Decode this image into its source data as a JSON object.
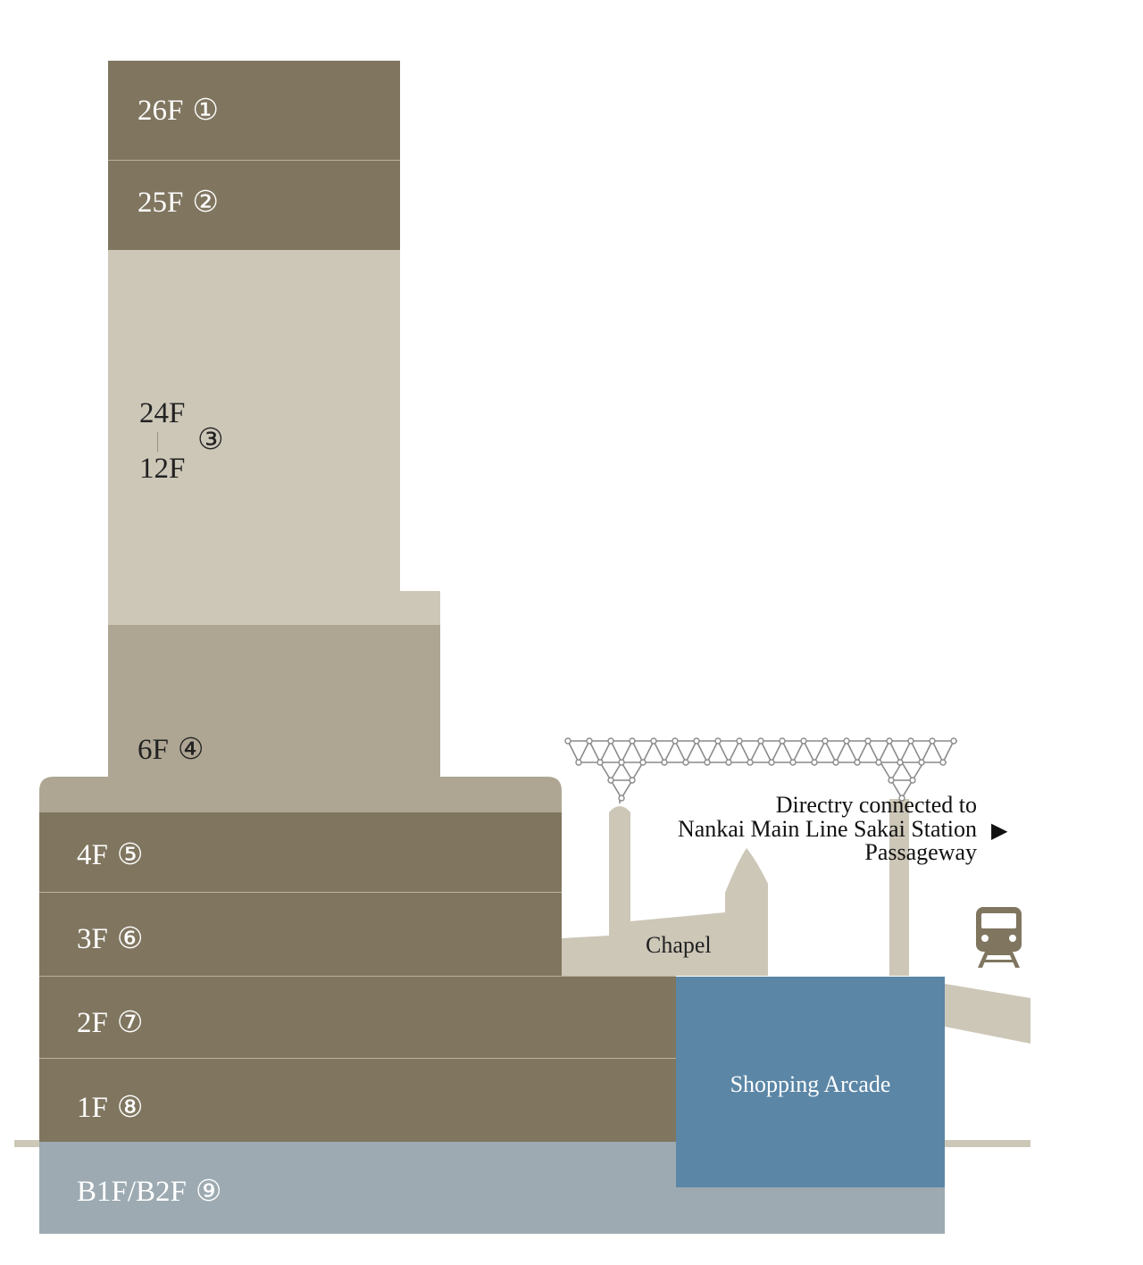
{
  "floors": {
    "f26": {
      "label": "26F",
      "num": "①"
    },
    "f25": {
      "label": "25F",
      "num": "②"
    },
    "f24_12": {
      "top": "24F",
      "bottom": "12F",
      "num": "③"
    },
    "f6": {
      "label": "6F",
      "num": "④"
    },
    "f4": {
      "label": "4F",
      "num": "⑤"
    },
    "f3": {
      "label": "3F",
      "num": "⑥"
    },
    "f2": {
      "label": "2F",
      "num": "⑦"
    },
    "f1": {
      "label": "1F",
      "num": "⑧"
    },
    "b1b2": {
      "label": "B1F/B2F",
      "num": "⑨"
    }
  },
  "labels": {
    "chapel": "Chapel",
    "shopping_arcade": "Shopping Arcade",
    "station_line1": "Directry connected to",
    "station_line2": "Nankai Main Line Sakai Station",
    "station_line3": "Passageway",
    "arrow": "▶"
  },
  "icons": {
    "train": "train-icon",
    "arrow": "arrow-right-icon",
    "truss": "truss-bridge-icon"
  },
  "colors": {
    "dark_floor": "#807660",
    "light_floor": "#cdc7b8",
    "mid_floor": "#aea693",
    "basement": "#9daab1",
    "shopping_arcade": "#5b86a6"
  }
}
